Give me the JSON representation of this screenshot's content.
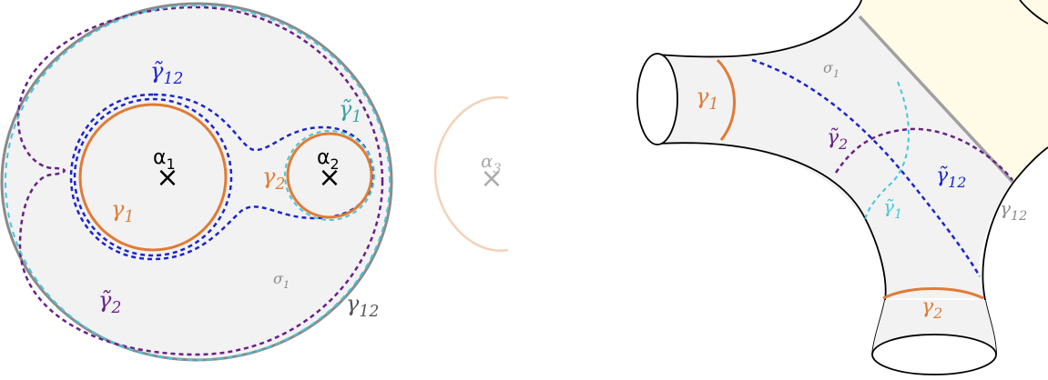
{
  "colors": {
    "orange": "#e07b35",
    "blue": "#1a25cc",
    "cyan": "#46c6dc",
    "purple": "#6a1f88",
    "gray": "#8a8a8a",
    "region_fill": "#f2f2f2",
    "light_orange": "#f3d2b8",
    "yellow_fill": "#fffbe6",
    "black": "#000000"
  },
  "left_panel": {
    "alpha1": {
      "base": "α",
      "sub": "1"
    },
    "alpha2": {
      "base": "α",
      "sub": "2"
    },
    "alpha3": {
      "base": "α",
      "sub": "3"
    },
    "gamma1": {
      "base": "γ",
      "sub": "1"
    },
    "gamma2": {
      "base": "γ",
      "sub": "2"
    },
    "gamma_tilde_1": {
      "base": "γ̃",
      "sub": "1"
    },
    "gamma_tilde_2": {
      "base": "γ̃",
      "sub": "2"
    },
    "gamma_tilde_12": {
      "base": "γ̃",
      "sub": "12"
    },
    "gamma12": {
      "base": "γ",
      "sub": "12"
    },
    "sigma1": {
      "base": "σ",
      "sub": "1"
    },
    "marker_glyph": "×"
  },
  "right_panel": {
    "gamma1": {
      "base": "γ",
      "sub": "1"
    },
    "gamma2": {
      "base": "γ",
      "sub": "2"
    },
    "gamma_tilde_1": {
      "base": "γ̃",
      "sub": "1"
    },
    "gamma_tilde_2": {
      "base": "γ̃",
      "sub": "2"
    },
    "gamma_tilde_12": {
      "base": "γ̃",
      "sub": "12"
    },
    "gamma12": {
      "base": "γ",
      "sub": "12"
    },
    "sigma1": {
      "base": "σ",
      "sub": "1"
    }
  }
}
